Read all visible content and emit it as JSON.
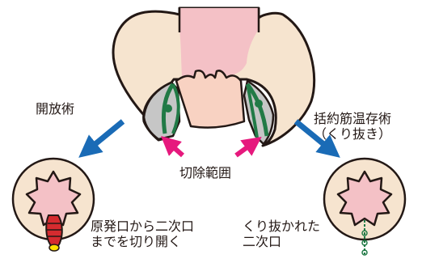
{
  "labels": {
    "open_surgery": "開放術",
    "sphincter_preserving": [
      "括約筋温存術",
      "（くり抜き）"
    ],
    "excision_range": "切除範囲",
    "open_result": [
      "原発口から二次口",
      "までを切り開く"
    ],
    "coring_result": [
      "くり抜かれた",
      "二次口"
    ]
  },
  "colors": {
    "tissue": "#f6e4cf",
    "tissue_outline": "#231815",
    "lumen": "#f4c1c6",
    "mucosa": "#f8d2c2",
    "excision_shade": "#c6c6c6",
    "fistula_track": "#217a46",
    "arrow_blue": "#1a6bb6",
    "arrow_pink": "#e6197d",
    "red_wound": "#d52b2f",
    "yellow": "#ffe100"
  },
  "icons": [
    "arrow-down-left-icon",
    "arrow-down-right-icon",
    "arrow-up-right-icon",
    "arrow-up-left-icon"
  ]
}
